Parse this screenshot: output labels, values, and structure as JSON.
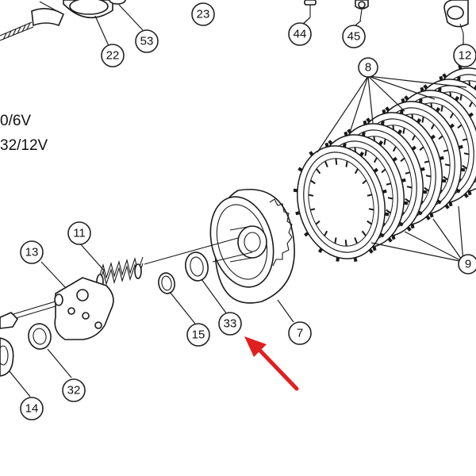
{
  "spec_lines": [
    "0/6V",
    "32/12V"
  ],
  "callouts": [
    {
      "id": "c22",
      "label": "22"
    },
    {
      "id": "c53",
      "label": "53"
    },
    {
      "id": "c23",
      "label": "23"
    },
    {
      "id": "c44",
      "label": "44"
    },
    {
      "id": "c45",
      "label": "45"
    },
    {
      "id": "c12",
      "label": "12"
    },
    {
      "id": "c8",
      "label": "8"
    },
    {
      "id": "c11",
      "label": "11"
    },
    {
      "id": "c13",
      "label": "13"
    },
    {
      "id": "c15",
      "label": "15"
    },
    {
      "id": "c33",
      "label": "33"
    },
    {
      "id": "c7",
      "label": "7"
    },
    {
      "id": "c9",
      "label": "9"
    },
    {
      "id": "c32",
      "label": "32"
    },
    {
      "id": "c14",
      "label": "14"
    }
  ],
  "colors": {
    "line": "#1a1a1a",
    "arrow": "#e02020",
    "background": "#ffffff"
  }
}
